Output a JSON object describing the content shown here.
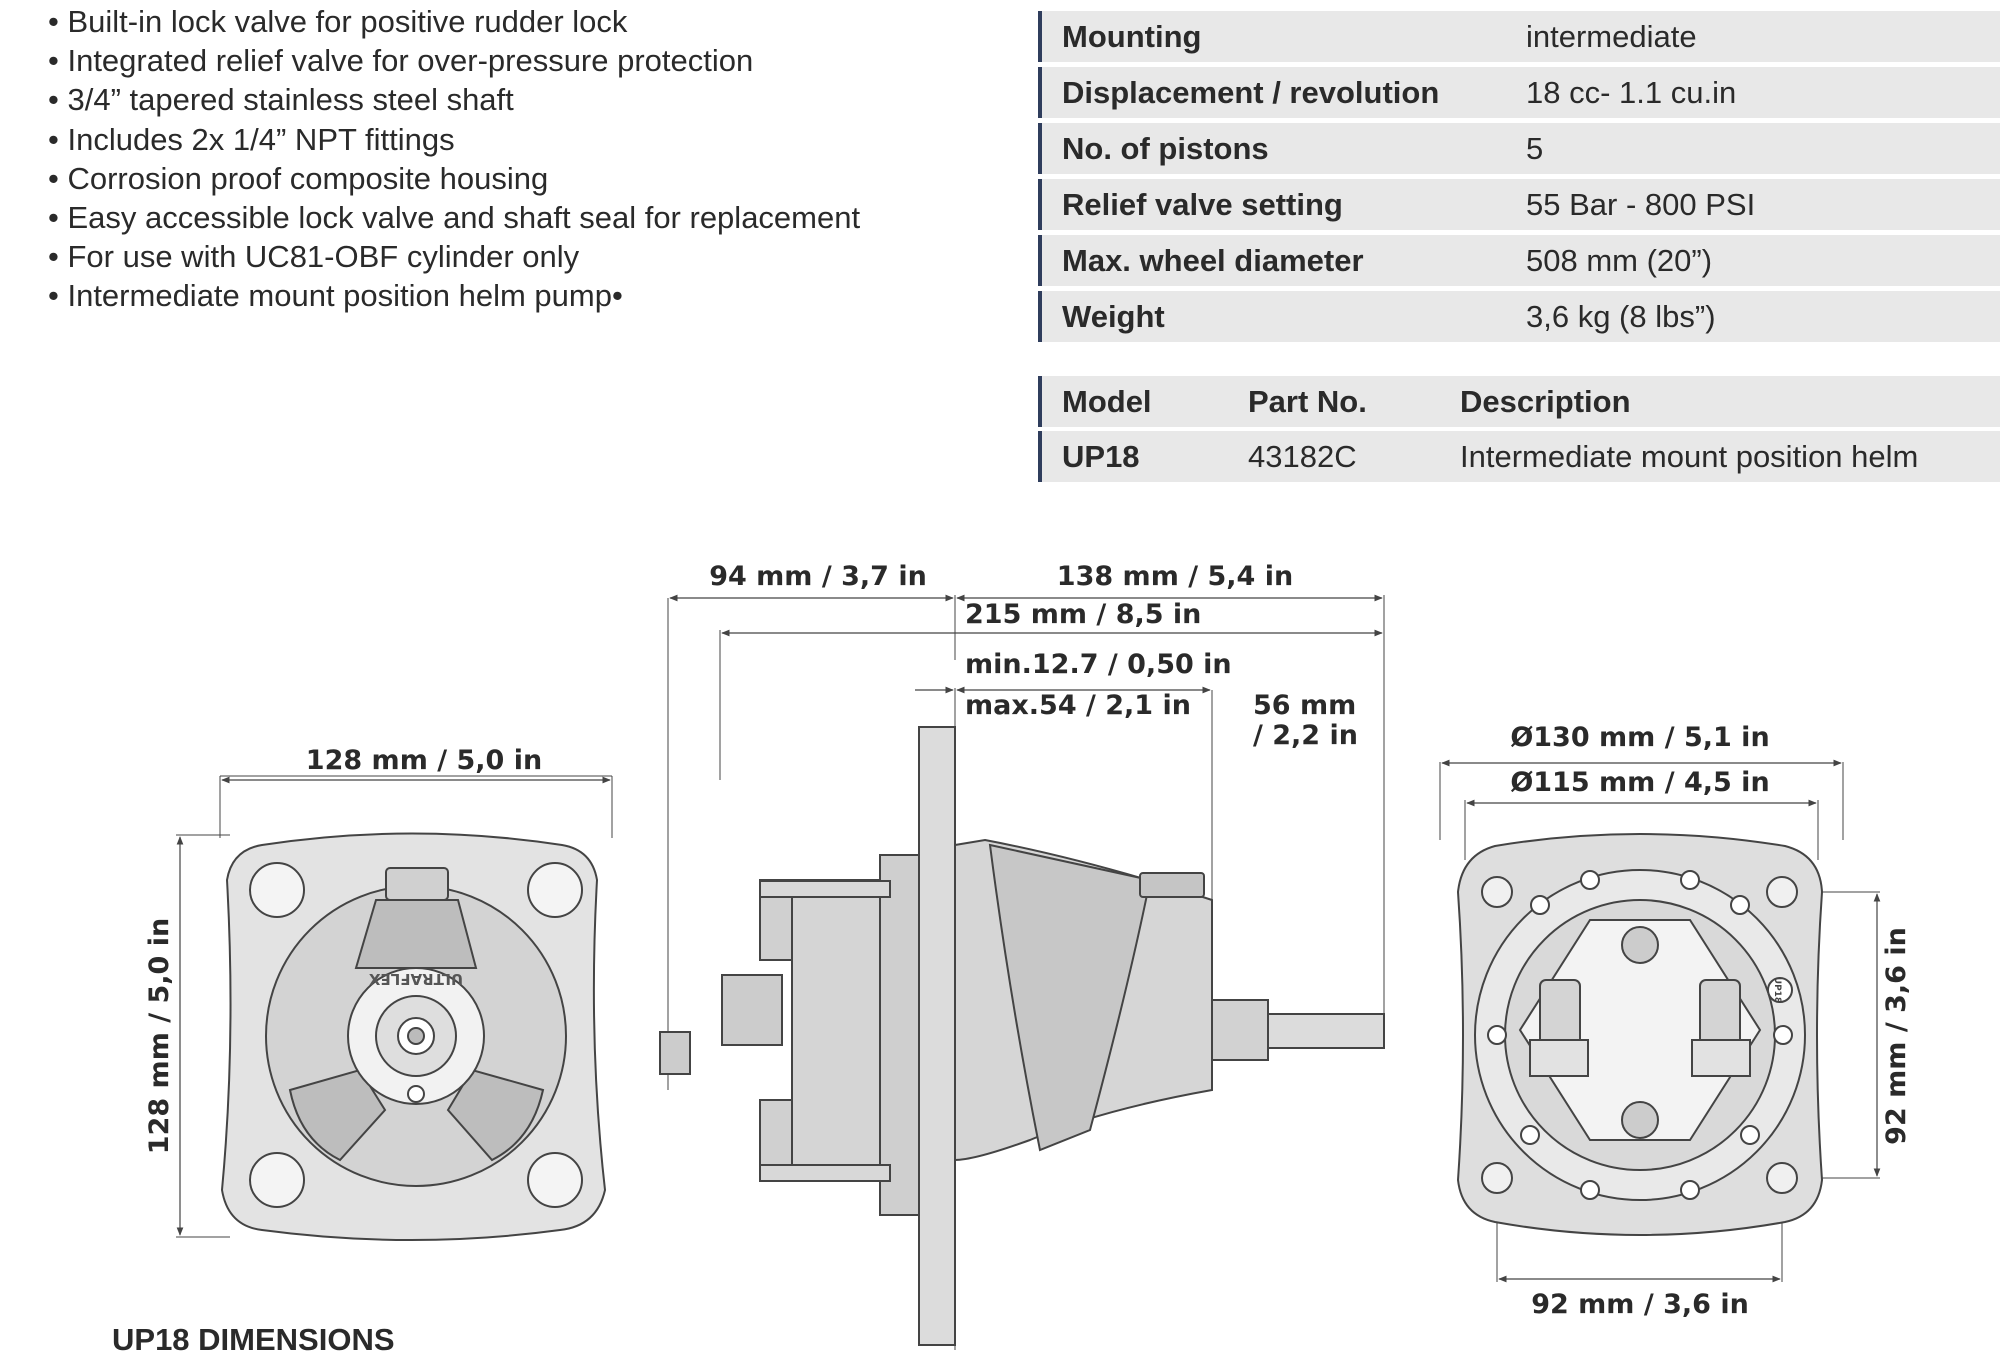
{
  "features": [
    "Built-in lock valve for positive rudder lock",
    "Integrated relief valve for over-pressure protection",
    "3/4” tapered stainless steel shaft",
    "Includes 2x 1/4” NPT fittings",
    "Corrosion proof composite housing",
    "Easy accessible lock valve and shaft seal for replacement",
    "For use with UC81-OBF cylinder only",
    "Intermediate mount position helm pump•"
  ],
  "specs": [
    {
      "label": "Mounting",
      "value": "intermediate"
    },
    {
      "label": "Displacement / revolution",
      "value": "18 cc- 1.1 cu.in"
    },
    {
      "label": "No. of pistons",
      "value": "5"
    },
    {
      "label": "Relief valve setting",
      "value": "55 Bar - 800 PSI"
    },
    {
      "label": "Max. wheel diameter",
      "value": "508 mm (20”)"
    },
    {
      "label": "Weight",
      "value": "3,6 kg (8 lbs”)"
    }
  ],
  "model_table": {
    "headers": [
      "Model",
      "Part No.",
      "Description"
    ],
    "rows": [
      [
        "UP18",
        "43182C",
        "Intermediate mount position helm"
      ]
    ]
  },
  "dimensions": {
    "front_width": "128 mm / 5,0 in",
    "front_height": "128 mm / 5,0 in",
    "side_rear": "94 mm / 3,7 in",
    "side_front": "138 mm / 5,4 in",
    "side_total": "215 mm / 8,5 in",
    "panel_min": "min.12.7 / 0,50 in",
    "panel_max": "max.54 / 2,1 in",
    "shaft_line1": "56 mm",
    "shaft_line2": "/ 2,2 in",
    "back_dia_outer": "Ø130 mm / 5,1 in",
    "back_dia_inner": "Ø115 mm / 4,5 in",
    "back_bolt_v": "92 mm / 3,6 in",
    "back_bolt_h": "92 mm / 3,6 in",
    "front_logo": "ULTRAFLEX",
    "back_logo": "UP18"
  },
  "caption": "UP18 DIMENSIONS",
  "colors": {
    "accent_bar": "#2f3d5c",
    "table_bg": "#e8e8e8"
  }
}
